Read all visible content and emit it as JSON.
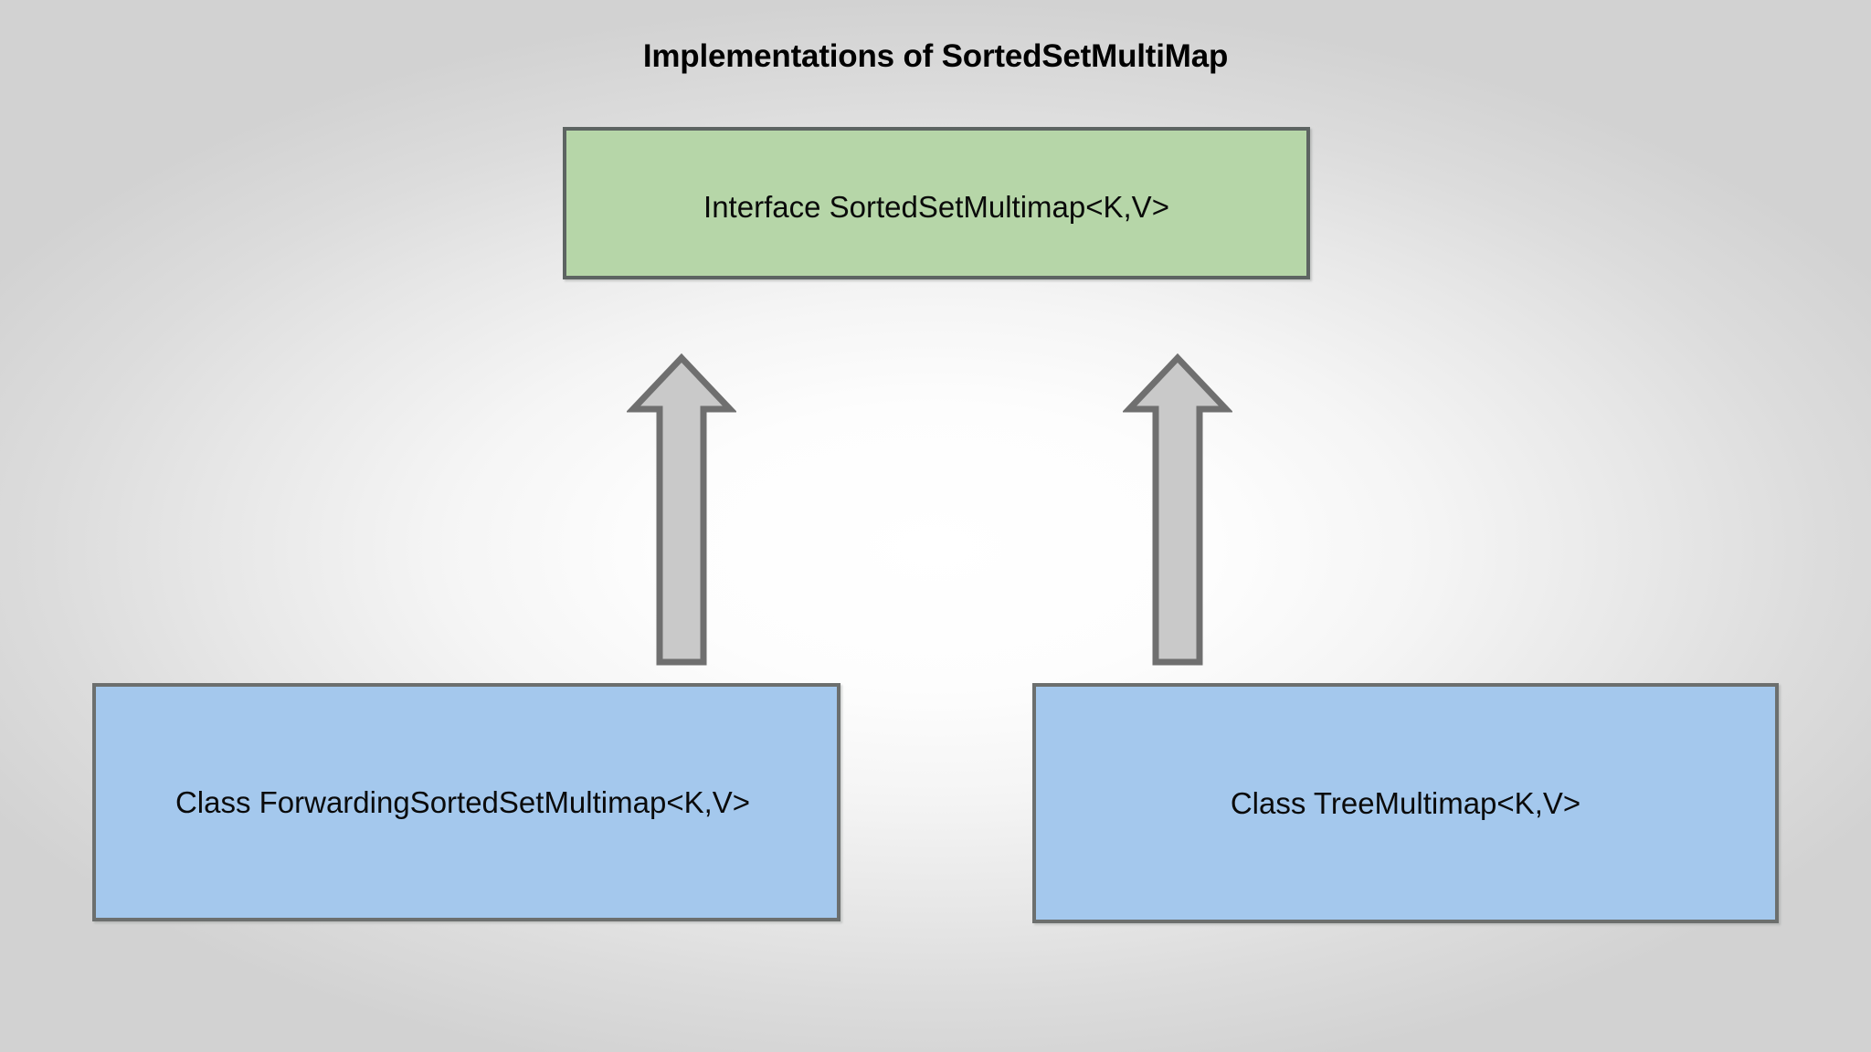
{
  "diagram": {
    "title": "Implementations of SortedSetMultiMap",
    "type": "uml-class-hierarchy",
    "background": {
      "style": "radial-gradient",
      "center_color": "#ffffff",
      "edge_color": "#d2d2d2"
    },
    "nodes": [
      {
        "id": "interface-sortedsetmultimap",
        "label": "Interface SortedSetMultimap<K,V>",
        "kind": "interface",
        "fill": "#b6d6a8",
        "border": "#5d6462"
      },
      {
        "id": "class-forwardingsortedsetmultimap",
        "label": "Class ForwardingSortedSetMultimap<K,V>",
        "kind": "class",
        "fill": "#a4c8ed",
        "border": "#6c6f6e"
      },
      {
        "id": "class-treemultimap",
        "label": "Class TreeMultimap<K,V>",
        "kind": "class",
        "fill": "#a4c8ed",
        "border": "#6c6f6e"
      }
    ],
    "edges": [
      {
        "id": "edge-forwarding-implements",
        "from": "class-forwardingsortedsetmultimap",
        "to": "interface-sortedsetmultimap",
        "relation": "implements",
        "marker": "block-arrow-up",
        "fill": "#c9c9c9",
        "stroke": "#6f6f6f"
      },
      {
        "id": "edge-treemultimap-implements",
        "from": "class-treemultimap",
        "to": "interface-sortedsetmultimap",
        "relation": "implements",
        "marker": "block-arrow-up",
        "fill": "#c9c9c9",
        "stroke": "#6f6f6f"
      }
    ]
  }
}
